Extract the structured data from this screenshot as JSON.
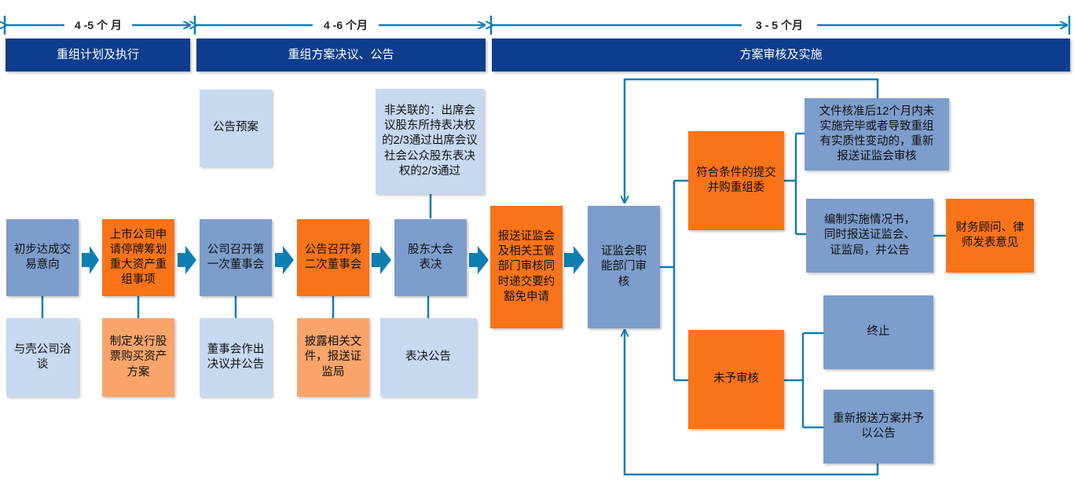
{
  "colors": {
    "navy": "#0d3d8c",
    "teal": "#0f7fb3",
    "steel_blue": "#7d9dcc",
    "pale_blue": "#c6d9f1",
    "orange": "#f97319",
    "peach": "#f9a46b"
  },
  "phases": [
    {
      "duration": "4 -5 个 月",
      "title": "重组计划及执行"
    },
    {
      "duration": "4 -6 个月",
      "title": "重组方案决议、公告"
    },
    {
      "duration": "3  - 5 个月",
      "title": "方案审核及实施"
    }
  ],
  "steps": {
    "initial_intent": "初步达成交易意向",
    "negotiate_shell": "与壳公司洽谈",
    "listed_co_suspend": "上市公司申请停牌筹划重大资产重组事项",
    "draft_plan": "制定发行股票购买资产方案",
    "announce_plan": "公告预案",
    "first_board": "公司召开第一次董事会",
    "board_resolution": "董事会作出决议并公告",
    "second_board": "公告召开第二次董事会",
    "disclose_docs": "披露相关文件，报送证监局",
    "vote_note": "非关联的：出席会议股东所持表决权的2/3通过出席会议社会公众股东表决权的2/3通过",
    "shareholder_vote": "股东大会表决",
    "vote_announce": "表决公告",
    "submit_csrc": "报送证监会及相关王管部门审核同时递交要约豁免申请",
    "csrc_review": "证监会职能部门审核",
    "qualified": "符合条件的提交并购重组委",
    "resubmit_note": "文件核准后12个月内未实施完毕或者导致重组有实质性变动的，重新报送证监会审核",
    "report_impl": "编制实施情况书，同时报送证监会、证监局，并公告",
    "advisor_opinion": "财务顾问、律师发表意见",
    "not_reviewed": "未予审核",
    "terminate": "终止",
    "resubmit_plan": "重新报送方案并予以公告"
  }
}
